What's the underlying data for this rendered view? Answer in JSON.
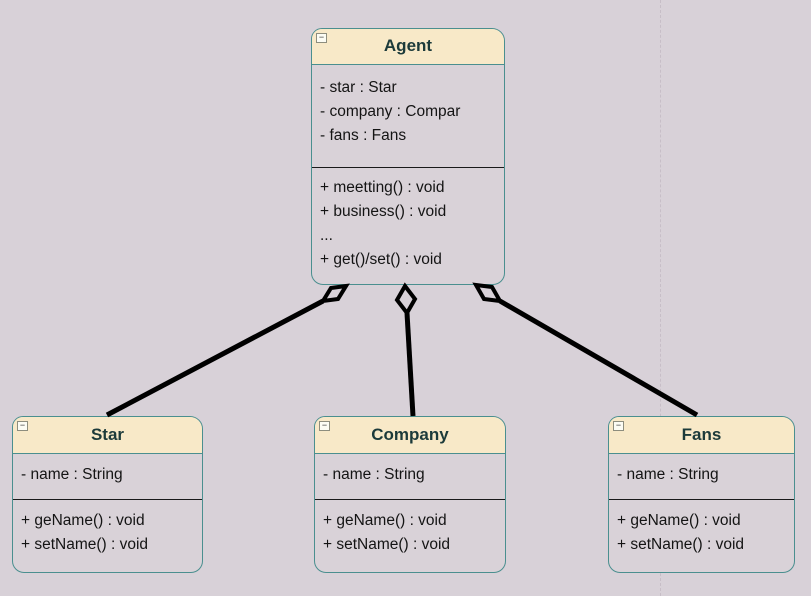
{
  "diagram": {
    "colors": {
      "canvas-bg": "#d8d1d8",
      "box-body": "#d9d2d8",
      "box-border": "#4a8f8f",
      "header-fill": "#f8e9c8",
      "title-text": "#1c3a3a",
      "member-text": "#141414",
      "connector": "#000000",
      "guide-line": "#c7bec7"
    },
    "collapse_glyph": "−",
    "classes": [
      {
        "name": "Agent",
        "attributes": [
          "- star : Star",
          "- company : Compar",
          "- fans : Fans"
        ],
        "methods": [
          "+ meetting() : void",
          "+ business() : void",
          "...",
          "+ get()/set() : void"
        ]
      },
      {
        "name": "Star",
        "attributes": [
          "- name : String"
        ],
        "methods": [
          "+ geName() : void",
          "+ setName() : void"
        ]
      },
      {
        "name": "Company",
        "attributes": [
          "- name : String"
        ],
        "methods": [
          "+ geName() : void",
          "+ setName() : void"
        ]
      },
      {
        "name": "Fans",
        "attributes": [
          "- name : String"
        ],
        "methods": [
          "+ geName() : void",
          "+ setName() : void"
        ]
      }
    ],
    "relationships": [
      {
        "from": "Agent",
        "to": "Star",
        "type": "aggregation"
      },
      {
        "from": "Agent",
        "to": "Company",
        "type": "aggregation"
      },
      {
        "from": "Agent",
        "to": "Fans",
        "type": "aggregation"
      }
    ]
  }
}
